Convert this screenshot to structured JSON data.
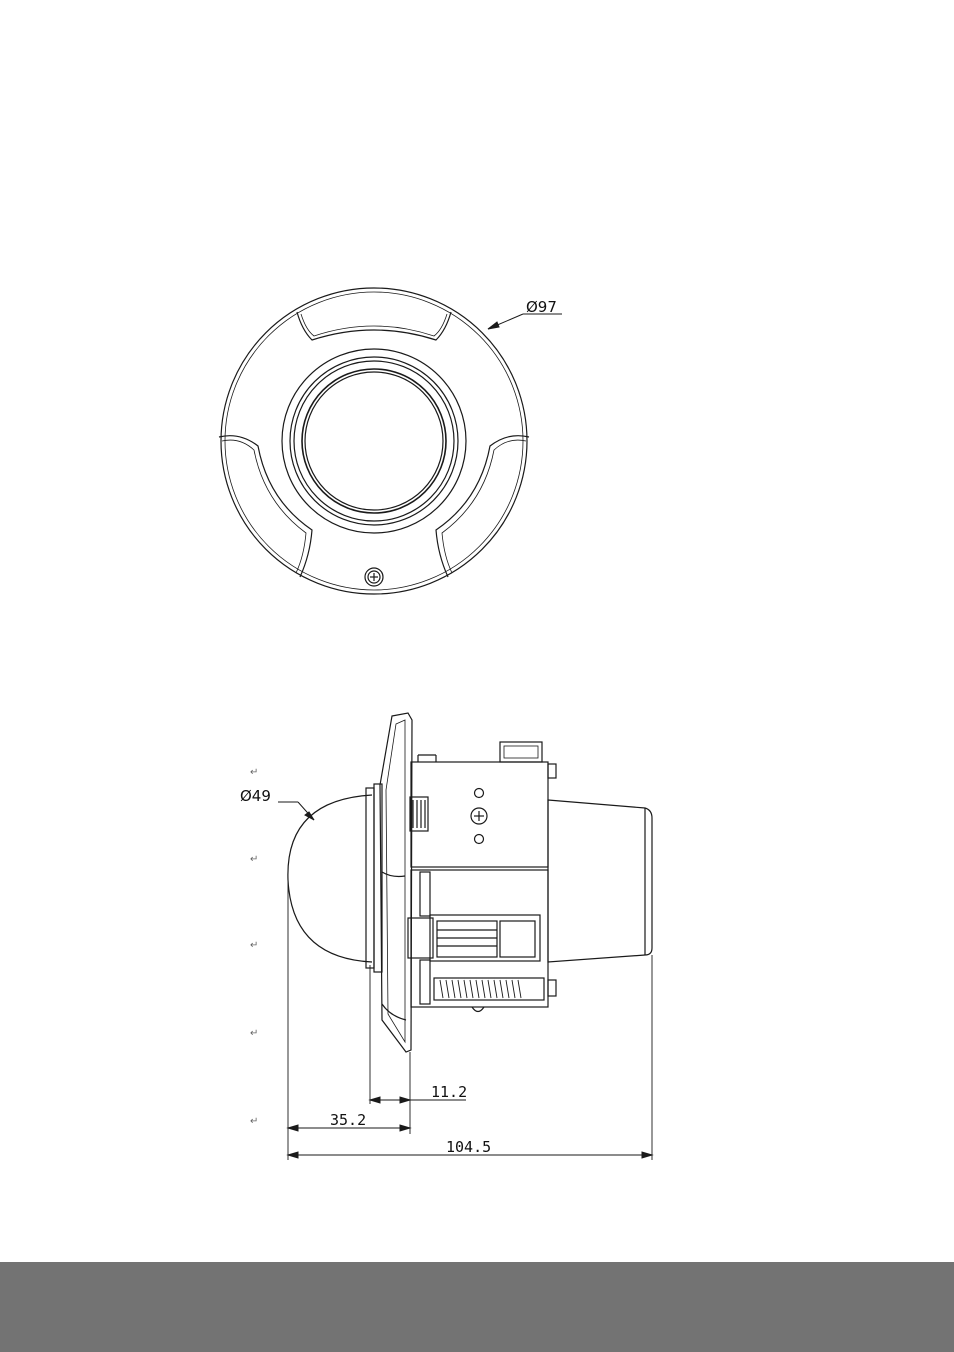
{
  "drawing": {
    "top_view": {
      "diameter_label": "Ø97"
    },
    "side_view": {
      "dome_diameter_label": "Ø49",
      "dim_mount_depth": "11.2",
      "dim_dome_depth": "35.2",
      "dim_total_length": "104.5",
      "return_mark": "↵"
    }
  },
  "footer": {
    "color": "#737373"
  },
  "colors": {
    "line": "#1a1a1a",
    "background": "#ffffff"
  }
}
